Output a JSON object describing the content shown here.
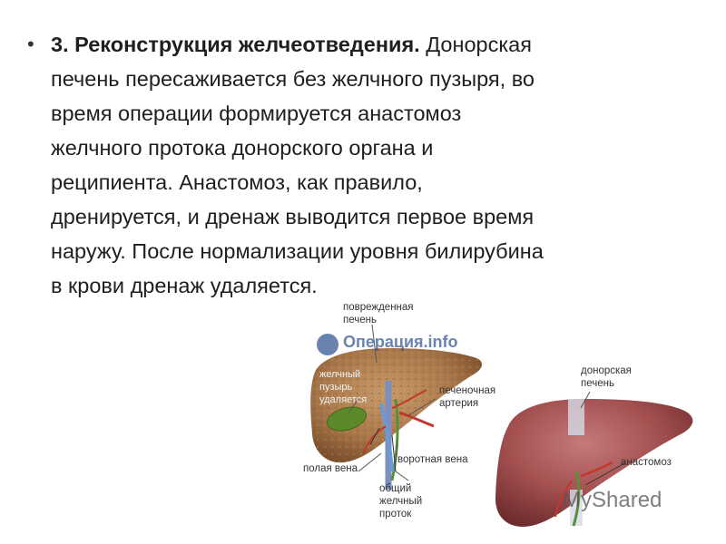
{
  "bullet": {
    "lead": "3. Реконструкция желчеотведения.",
    "lines": [
      " Донорская",
      "печень пересаживается без желчного пузыря, во",
      "время операции формируется анастомоз",
      "желчного протока донорского органа и",
      "реципиента. Анастомоз, как правило,",
      "дренируется, и дренаж выводится первое время",
      "наружу. После нормализации уровня билирубина",
      "в крови дренаж удаляется."
    ]
  },
  "figure": {
    "labels": {
      "damaged_liver": [
        "поврежденная",
        "печень"
      ],
      "gallbladder_removed": [
        "желчный",
        "пузырь",
        "удаляется"
      ],
      "hepatic_artery": [
        "печеночная",
        "артерия"
      ],
      "vena_cava": "полая вена",
      "portal_vein": "воротная вена",
      "common_bile_duct": [
        "общий",
        "желчный",
        "проток"
      ],
      "donor_liver": [
        "донорская",
        "печень"
      ],
      "anastomosis": "анастомоз"
    },
    "watermark_top": "Операция.info",
    "watermark_bottom": "MyShared"
  }
}
